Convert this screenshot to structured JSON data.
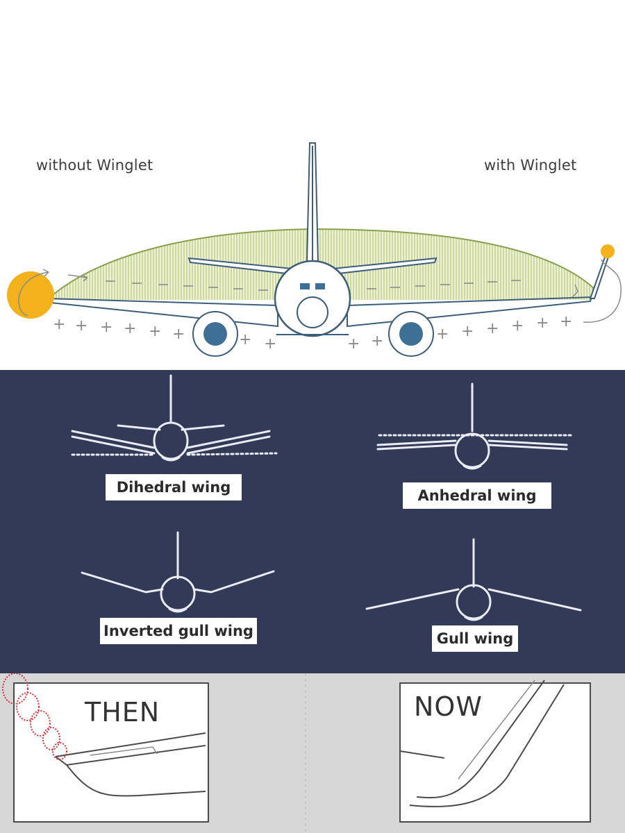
{
  "winglet_diagram": {
    "label_without": "without Winglet",
    "label_with": "with Winglet",
    "colors": {
      "hatch_fill": "#d6e0a4",
      "lift_curve": "#8aa04e",
      "aircraft_stroke": "#3b5d7a",
      "aircraft_fill": "#3e6f95",
      "vortex": "#f3b21b",
      "pressure_marks": "#8a8a8a"
    }
  },
  "wing_types": {
    "background": "#323a58",
    "items": [
      {
        "label": "Dihedral wing"
      },
      {
        "label": "Anhedral wing"
      },
      {
        "label": "Inverted gull wing"
      },
      {
        "label": "Gull wing"
      }
    ]
  },
  "then_now": {
    "then_label": "THEN",
    "now_label": "NOW",
    "colors": {
      "vortex": "#d9303a",
      "background": "#d7d7d7"
    }
  }
}
